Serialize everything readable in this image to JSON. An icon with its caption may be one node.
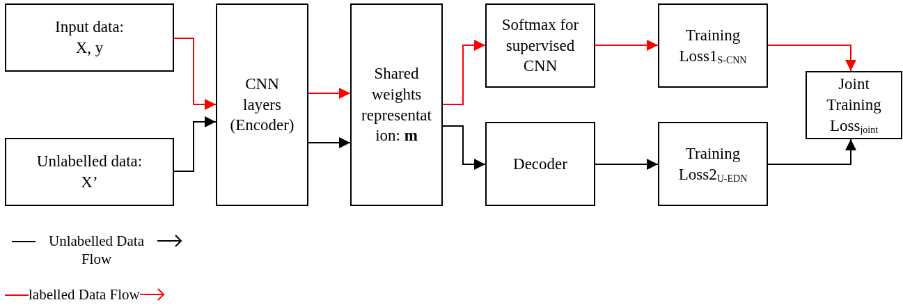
{
  "diagram": {
    "nodes": [
      {
        "text": [
          "Input data: X, y"
        ]
      },
      {
        "text": [
          "Unlabelled data: X’"
        ]
      },
      {
        "text": [
          "CNN layers (Encoder)"
        ]
      },
      {
        "text": [
          "Shared weights representation: **m**"
        ]
      },
      {
        "text": [
          "Softmax for supervised CNN"
        ]
      },
      {
        "text": [
          "Decoder"
        ]
      },
      {
        "text": [
          "Training Loss1$_{S-CNN}$"
        ]
      },
      {
        "text": [
          "Training Loss2$_{U-EDN}$"
        ]
      },
      {
        "text": [
          "Joint Training Loss$_{joint}$"
        ]
      }
    ],
    "edges": [
      {
        "from": 0,
        "to": 2,
        "arrow": "to",
        "color": "#ff0000"
      },
      {
        "from": 1,
        "to": 2,
        "arrow": "to",
        "color": "#000000"
      },
      {
        "from": 2,
        "to": 3,
        "arrow": "to",
        "color": "#ff0000"
      },
      {
        "from": 2,
        "to": 3,
        "arrow": "to",
        "color": "#000000"
      },
      {
        "from": 3,
        "to": 4,
        "arrow": "to",
        "color": "#ff0000"
      },
      {
        "from": 3,
        "to": 5,
        "arrow": "to",
        "color": "#000000"
      },
      {
        "from": 4,
        "to": 6,
        "arrow": "to",
        "color": "#ff0000"
      },
      {
        "from": 5,
        "to": 7,
        "arrow": "to",
        "color": "#000000"
      },
      {
        "from": 6,
        "to": 8,
        "arrow": "to",
        "color": "#ff0000"
      },
      {
        "from": 7,
        "to": 8,
        "arrow": "to",
        "color": "#000000"
      }
    ],
    "legend": [
      {
        "text": "Unlabelled Data Flow",
        "color": "#000000"
      },
      {
        "text": "labelled Data Flow",
        "color": "#ff0000"
      }
    ]
  }
}
